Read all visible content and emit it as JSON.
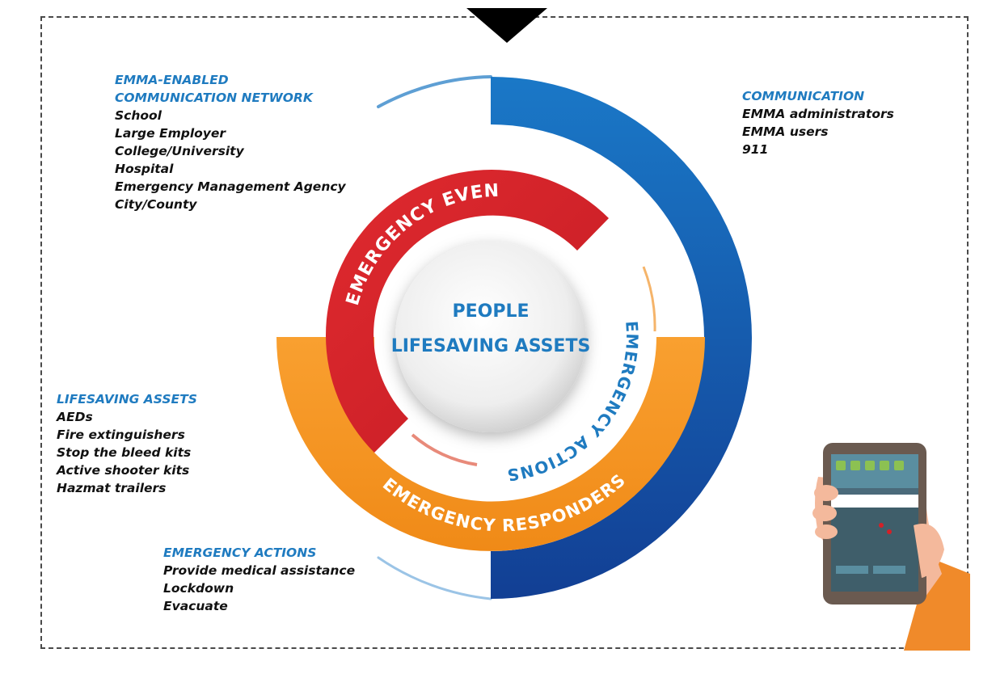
{
  "diagram": {
    "center": {
      "line1": "PEOPLE",
      "line2": "LIFESAVING ASSETS"
    },
    "rings": {
      "emergency_event": "EMERGENCY EVENT",
      "emergency_actions": "EMERGENCY ACTIONS",
      "emergency_responders": "EMERGENCY RESPONDERS",
      "communication": "COMMUNICATION"
    },
    "colors": {
      "red": "#d42027",
      "orange": "#f7941d",
      "blue": "#1565b5",
      "heading_blue": "#1f7bc0"
    }
  },
  "blocks": {
    "network": {
      "heading": [
        "EMMA-ENABLED",
        "COMMUNICATION NETWORK"
      ],
      "items": [
        "School",
        "Large Employer",
        "College/University",
        "Hospital",
        "Emergency Management Agency",
        "City/County"
      ]
    },
    "communication": {
      "heading": [
        "COMMUNICATION"
      ],
      "items": [
        "EMMA administrators",
        "EMMA users",
        "911"
      ]
    },
    "assets": {
      "heading": [
        "LIFESAVING ASSETS"
      ],
      "items": [
        "AEDs",
        "Fire extinguishers",
        "Stop the bleed kits",
        "Active shooter kits",
        "Hazmat trailers"
      ]
    },
    "actions": {
      "heading": [
        "EMERGENCY ACTIONS"
      ],
      "items": [
        "Provide medical assistance",
        "Lockdown",
        "Evacuate"
      ]
    }
  }
}
